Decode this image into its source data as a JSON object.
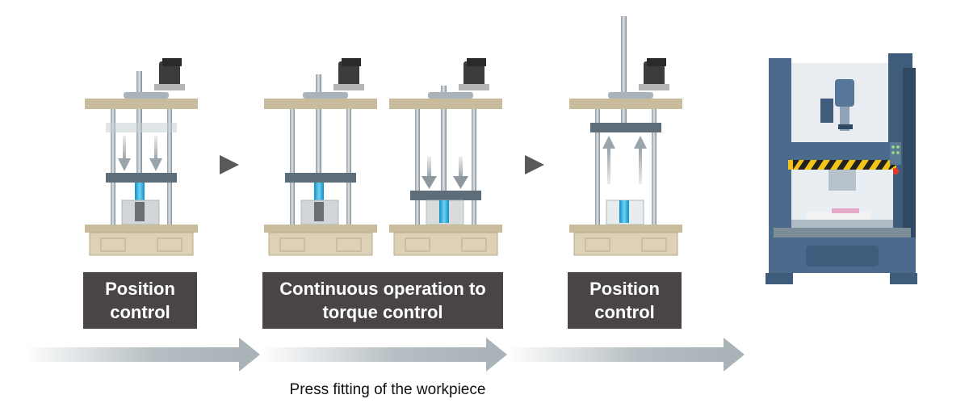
{
  "steps": [
    {
      "label_line1": "Position",
      "label_line2": "control"
    },
    {
      "label_line1": "Continuous operation to",
      "label_line2": "torque control"
    },
    {
      "label_line1": "Position",
      "label_line2": "control"
    }
  ],
  "caption": "Press fitting of the workpiece",
  "colors": {
    "label_bg": "#4a4545",
    "frame_beige": "#c9bc9c",
    "rod_blue": "#1aa7d8",
    "flow_arrow": "#a9b3b8",
    "machine_blue": "#4b6a8c",
    "hazard_yellow": "#f2c318"
  },
  "icons": [
    "servo-motor-icon",
    "down-arrow-icon",
    "up-arrow-icon",
    "play-arrow-icon"
  ]
}
